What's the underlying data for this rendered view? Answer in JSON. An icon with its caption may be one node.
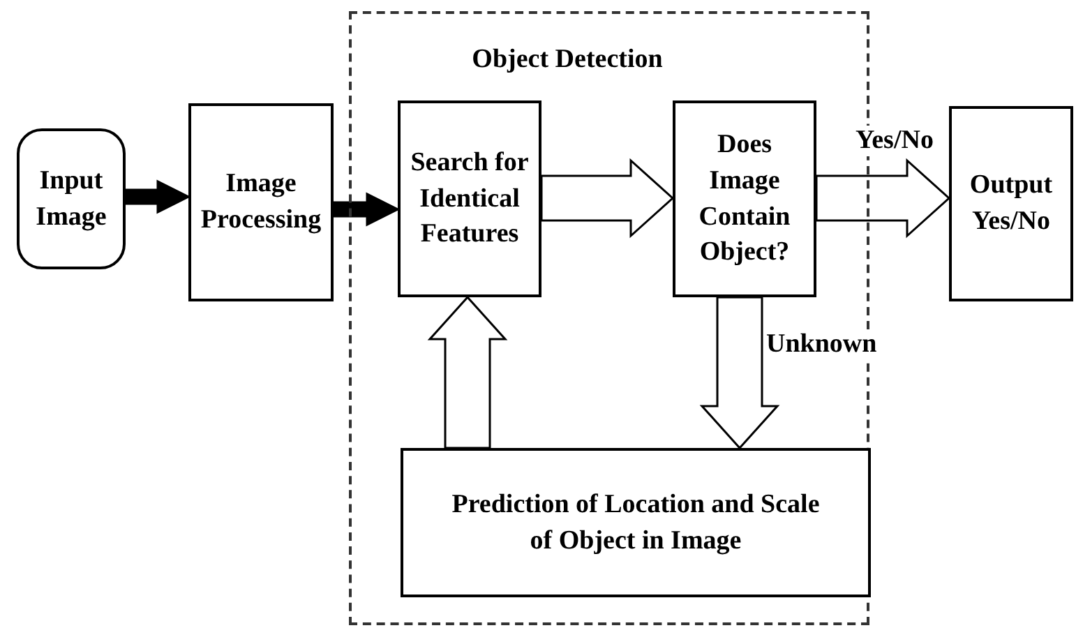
{
  "diagram": {
    "nodes": [
      {
        "text": [
          "Input Image"
        ]
      },
      {
        "text": [
          "Image Processing"
        ]
      },
      {
        "text": [
          "Object Detection"
        ]
      },
      {
        "text": [
          "Search for Identical Features"
        ],
        "in": 2
      },
      {
        "text": [
          "Does Image Contain Object?"
        ],
        "in": 2
      },
      {
        "text": [
          "Output Yes/No"
        ]
      },
      {
        "text": [
          "Prediction of Location and Scale of Object in Image"
        ],
        "in": 2
      }
    ],
    "edges": [
      {
        "from": 0,
        "to": 1,
        "arrow": "to",
        "style": "thick"
      },
      {
        "from": 1,
        "to": 3,
        "arrow": "to",
        "style": "thick"
      },
      {
        "from": 3,
        "to": 4,
        "arrow": "to"
      },
      {
        "from": 4,
        "to": 5,
        "arrow": "to",
        "label": "Yes/No"
      },
      {
        "from": 4,
        "to": 6,
        "arrow": "to",
        "label": "Unknown"
      },
      {
        "from": 6,
        "to": 3,
        "arrow": "to"
      }
    ]
  }
}
